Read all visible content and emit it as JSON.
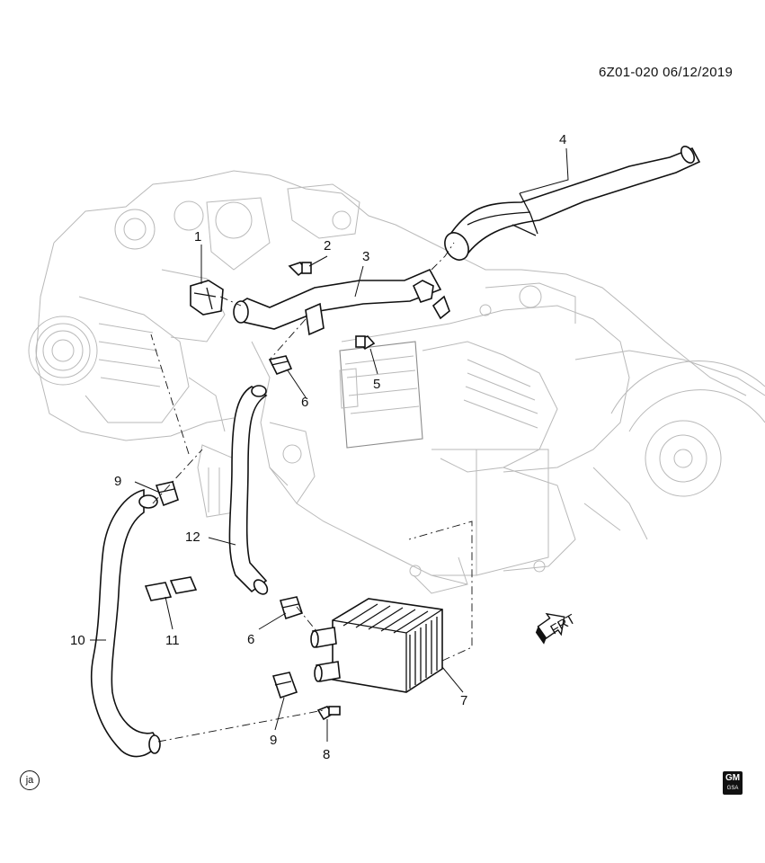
{
  "header": {
    "code": "6Z01-020  06/12/2019"
  },
  "badge": {
    "ja": "ja",
    "gm": "GM",
    "gm_sub": "GSA"
  },
  "frt": {
    "label": "FRT"
  },
  "callouts": [
    {
      "id": "c1",
      "text": "1"
    },
    {
      "id": "c2",
      "text": "2"
    },
    {
      "id": "c3",
      "text": "3"
    },
    {
      "id": "c4",
      "text": "4"
    },
    {
      "id": "c5",
      "text": "5"
    },
    {
      "id": "c6a",
      "text": "6"
    },
    {
      "id": "c6b",
      "text": "6"
    },
    {
      "id": "c7",
      "text": "7"
    },
    {
      "id": "c8",
      "text": "8"
    },
    {
      "id": "c9a",
      "text": "9"
    },
    {
      "id": "c9b",
      "text": "9"
    },
    {
      "id": "c10",
      "text": "10"
    },
    {
      "id": "c11",
      "text": "11"
    },
    {
      "id": "c12",
      "text": "12"
    }
  ]
}
